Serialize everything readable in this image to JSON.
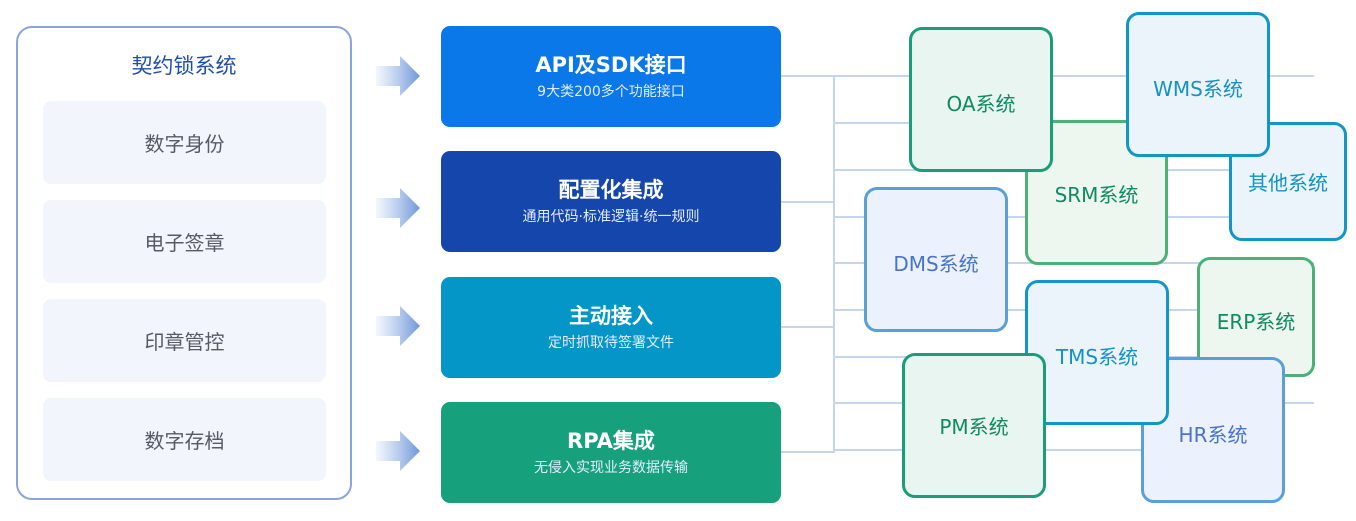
{
  "left_panel": {
    "title": "契约锁系统",
    "modules": [
      "数字身份",
      "电子签章",
      "印章管控",
      "数字存档"
    ]
  },
  "arrows": [
    "arrow-right",
    "arrow-right",
    "arrow-right",
    "arrow-right"
  ],
  "methods": [
    {
      "title": "API及SDK接口",
      "subtitle": "9大类200多个功能接口",
      "color": "#0a78e8"
    },
    {
      "title": "配置化集成",
      "subtitle": "通用代码·标准逻辑·统一规则",
      "color": "#1546ab"
    },
    {
      "title": "主动接入",
      "subtitle": "定时抓取待签署文件",
      "color": "#0596c8"
    },
    {
      "title": "RPA集成",
      "subtitle": "无侵入实现业务数据传输",
      "color": "#17a07c"
    }
  ],
  "systems": {
    "oa": "OA系统",
    "wms": "WMS系统",
    "srm": "SRM系统",
    "other": "其他系统",
    "dms": "DMS系统",
    "erp": "ERP系统",
    "tms": "TMS系统",
    "pm": "PM系统",
    "hr": "HR系统"
  }
}
